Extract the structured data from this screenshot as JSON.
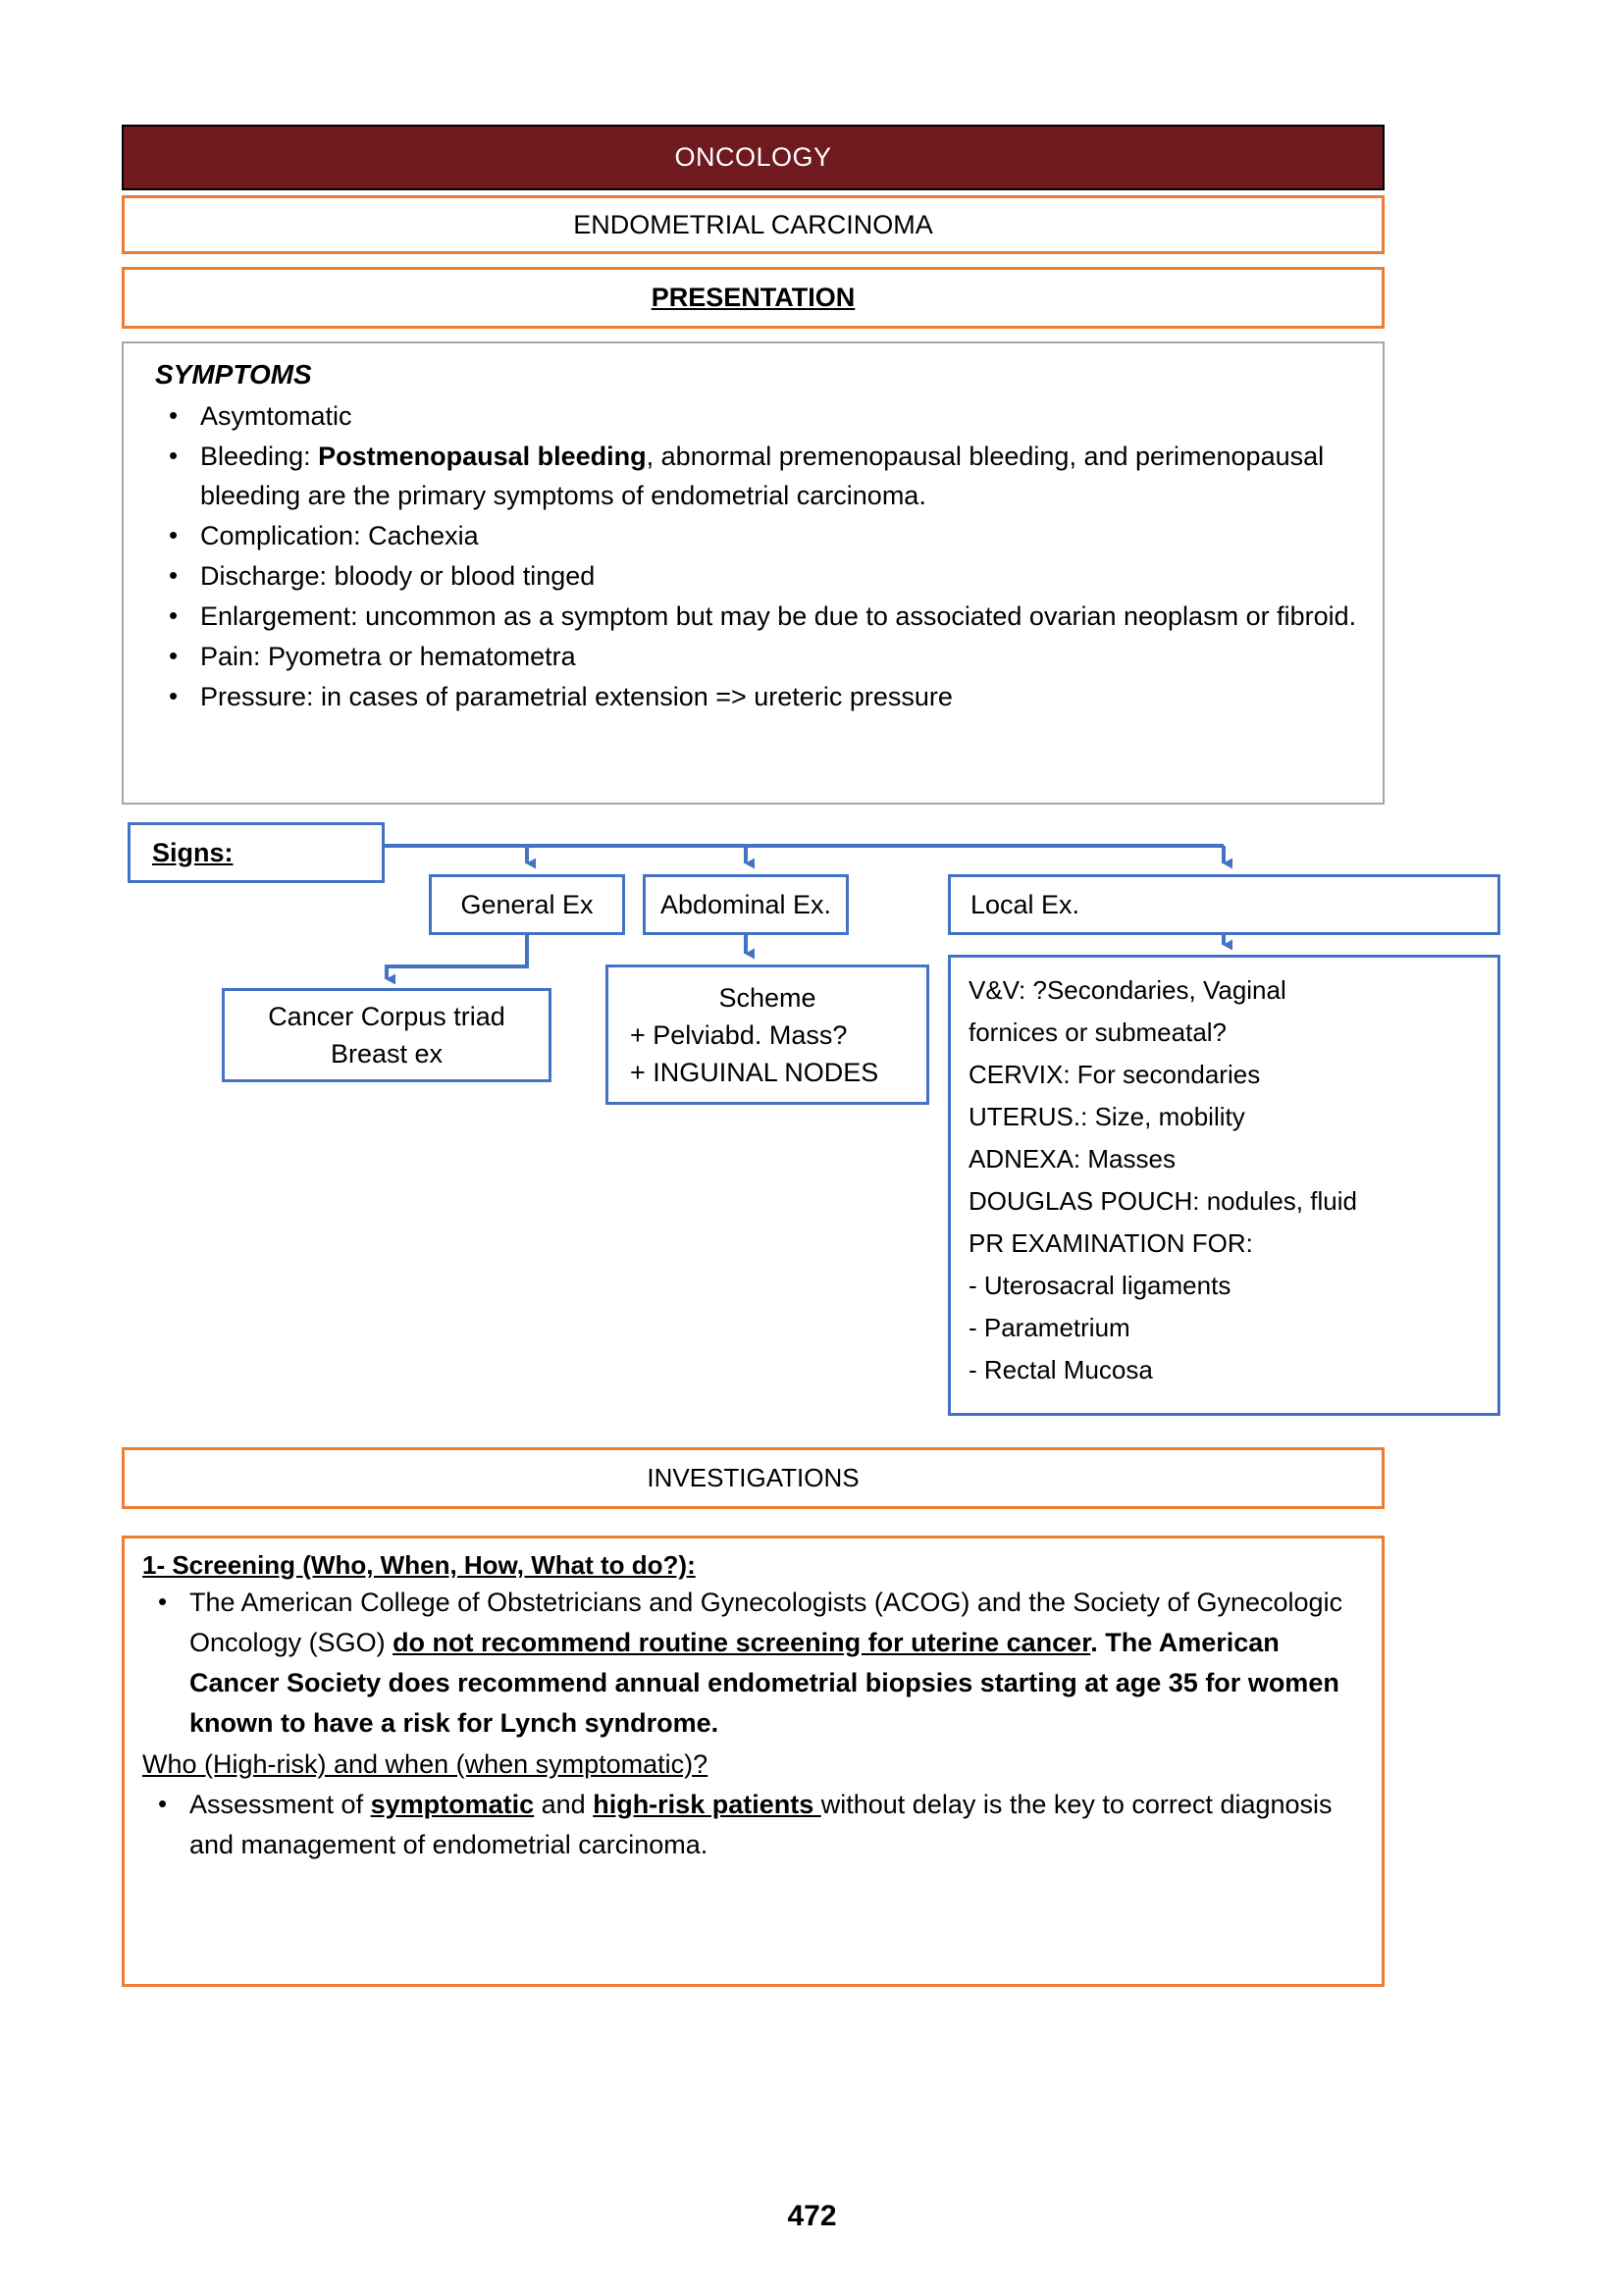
{
  "header": {
    "section": "ONCOLOGY",
    "title": "ENDOMETRIAL CARCINOMA",
    "presentation": "PRESENTATION",
    "investigations": "INVESTIGATIONS"
  },
  "colors": {
    "header_maroon": "#6E1A1E",
    "accent_orange": "#ED7D31",
    "box_blue": "#4472C4",
    "grey_border": "#A6A6A6"
  },
  "symptoms": {
    "heading": "SYMPTOMS",
    "items": [
      {
        "lead": "",
        "text": "Asymtomatic"
      },
      {
        "lead": "Bleeding: ",
        "bold": "Postmenopausal bleeding",
        "text": ", abnormal premenopausal bleeding, and perimenopausal bleeding are the primary symptoms of endometrial carcinoma."
      },
      {
        "lead": "",
        "text": "Complication: Cachexia"
      },
      {
        "lead": "",
        "text": "Discharge: bloody or blood tinged"
      },
      {
        "lead": "",
        "text": "Enlargement: uncommon as a symptom but may be due to associated ovarian neoplasm or fibroid."
      },
      {
        "lead": "",
        "text": "Pain: Pyometra or hematometra"
      },
      {
        "lead": "",
        "text": "Pressure: in cases of parametrial extension => ureteric pressure"
      }
    ]
  },
  "signs": {
    "label": "Signs:",
    "general_ex": "General Ex",
    "abdominal_ex": "Abdominal Ex.",
    "local_ex": "Local Ex.",
    "cancer_corpus_line1": "Cancer Corpus triad",
    "cancer_corpus_line2": "Breast ex",
    "scheme_line1": "Scheme",
    "scheme_line2": "+ Pelviabd. Mass?",
    "scheme_line3": "+ INGUINAL NODES",
    "local_detail": [
      "V&V: ?Secondaries, Vaginal",
      "fornices or submeatal?",
      "CERVIX: For secondaries",
      "UTERUS.: Size, mobility",
      "ADNEXA: Masses",
      "DOUGLAS POUCH: nodules, fluid",
      "PR EXAMINATION FOR:",
      "- Uterosacral ligaments",
      "-   Parametrium",
      "-   Rectal Mucosa"
    ]
  },
  "investigations": {
    "heading": "1- Screening (Who, When, How, What to do?):",
    "bullet1": {
      "p1": "The American College of Obstetricians and Gynecologists (ACOG) and the Society of Gynecologic Oncology (SGO) ",
      "bold_underline": "do not recommend routine screening for uterine cancer",
      "p2": ". ",
      "bold2": "The American Cancer Society does recommend annual endometrial biopsies starting at age 35 for women known to have a risk for Lynch syndrome."
    },
    "who_line": "Who (High-risk) and when (when symptomatic)?",
    "bullet2": {
      "p1": "Assessment of ",
      "b1": "symptomatic",
      "p2": " and ",
      "b2": "high-risk patients ",
      "p3": "without delay is the key to correct diagnosis and management of endometrial carcinoma."
    }
  },
  "footer": {
    "page_number": "472"
  }
}
